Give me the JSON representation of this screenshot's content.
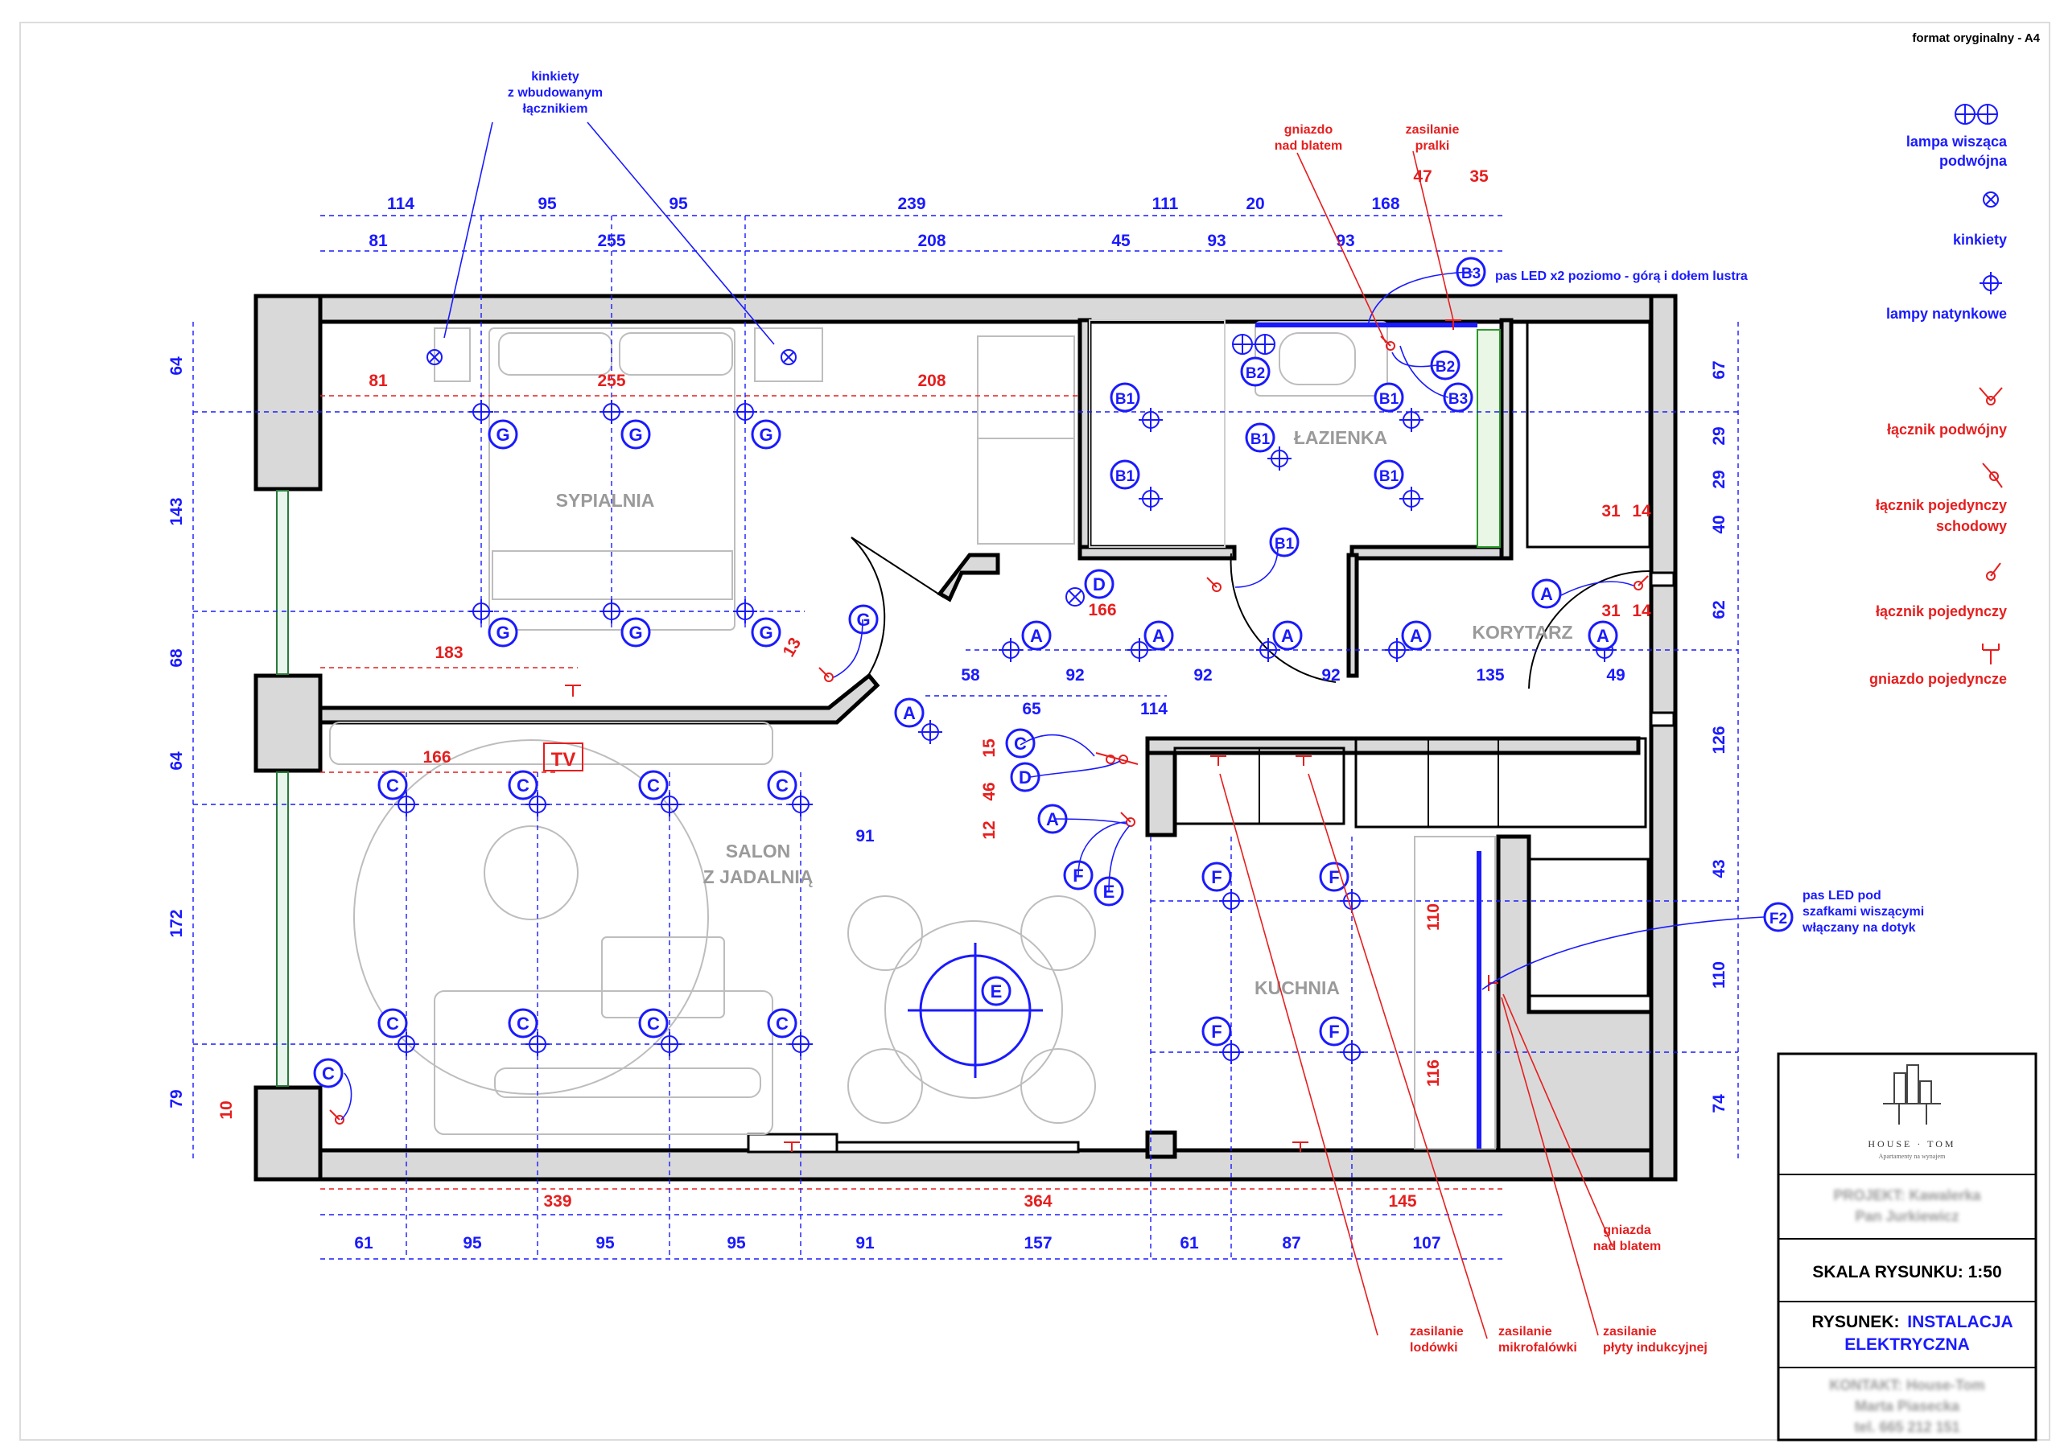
{
  "header": {
    "format_note": "format oryginalny - A4"
  },
  "colors": {
    "blue": "#1a1aff",
    "red": "#e61e1e",
    "wall": "#d9d9d9",
    "grey_label": "#9a9a9a"
  },
  "rooms": {
    "sypialnia": "SYPIALNIA",
    "lazienka": "ŁAZIENKA",
    "korytarz": "KORYTARZ",
    "salon_1": "SALON",
    "salon_2": "Z JADALNIĄ",
    "kuchnia": "KUCHNIA",
    "tv": "TV"
  },
  "legend": {
    "lampa_wiszaca_1": "lampa wisząca",
    "lampa_wiszaca_2": "podwójna",
    "kinkiety": "kinkiety",
    "lampy_natynkowe": "lampy natynkowe",
    "lacznik_podwojny": "łącznik podwójny",
    "lacznik_schodowy_1": "łącznik pojedynczy",
    "lacznik_schodowy_2": "schodowy",
    "lacznik_pojedynczy": "łącznik pojedynczy",
    "gniazdo_pojedyncze": "gniazdo pojedyncze"
  },
  "annotations": {
    "kinkiety_1": "kinkiety",
    "kinkiety_2": "z wbudowanym",
    "kinkiety_3": "łącznikiem",
    "gniazdo_top_1": "gniazdo",
    "gniazdo_top_2": "nad blatem",
    "pralka_1": "zasilanie",
    "pralka_2": "pralki",
    "led_lustro": "pas LED x2 poziomo - górą i dołem lustra",
    "led_szafki_1": "pas LED pod",
    "led_szafki_2": "szafkami wiszącymi",
    "led_szafki_3": "włączany na dotyk",
    "lodowka_1": "zasilanie",
    "lodowka_2": "lodówki",
    "mikro_1": "zasilanie",
    "mikro_2": "mikrofalówki",
    "plyta_1": "zasilanie",
    "plyta_2": "płyty indukcyjnej",
    "gniazda_bottom_1": "gniazda",
    "gniazda_bottom_2": "nad blatem"
  },
  "dims": {
    "top1": [
      "114",
      "95",
      "95",
      "239",
      "111",
      "20",
      "168"
    ],
    "top_red": [
      "47",
      "35"
    ],
    "top2": [
      "81",
      "255",
      "208",
      "45",
      "93",
      "93"
    ],
    "bottom_red": [
      "339",
      "364",
      "145"
    ],
    "bottom_blue": [
      "61",
      "95",
      "95",
      "95",
      "91",
      "157",
      "61",
      "87",
      "107"
    ],
    "left": [
      "64",
      "143",
      "68",
      "64",
      "172",
      "79"
    ],
    "left_red": "10",
    "right": [
      "67",
      "29",
      "29",
      "40",
      "62",
      "126",
      "43",
      "110",
      "74"
    ],
    "inner_red": [
      "81",
      "255",
      "208",
      "183",
      "166",
      "13",
      "166",
      "31",
      "14",
      "31",
      "14",
      "15",
      "46",
      "12",
      "110",
      "116"
    ],
    "inner_blue": [
      "58",
      "92",
      "92",
      "92",
      "135",
      "49",
      "65",
      "114",
      "91"
    ]
  },
  "circle_labels": {
    "G": "G",
    "C": "C",
    "A": "A",
    "B1": "B1",
    "B2": "B2",
    "B3": "B3",
    "D": "D",
    "E": "E",
    "F": "F",
    "F2": "F2"
  },
  "title_block": {
    "logo_text": "HOUSE · TOM",
    "logo_sub": "Apartamenty na wynajem",
    "projekt_1": "PROJEKT: Kawalerka",
    "projekt_2": "Pan Jurkiewicz",
    "skala": "SKALA RYSUNKU: 1:50",
    "rysunek_label": "RYSUNEK:",
    "rysunek_1": "INSTALACJA",
    "rysunek_2": "ELEKTRYCZNA",
    "kontakt_1": "KONTAKT: House-Tom",
    "kontakt_2": "Marta Piasecka",
    "kontakt_3": "tel. 665 212 151"
  }
}
